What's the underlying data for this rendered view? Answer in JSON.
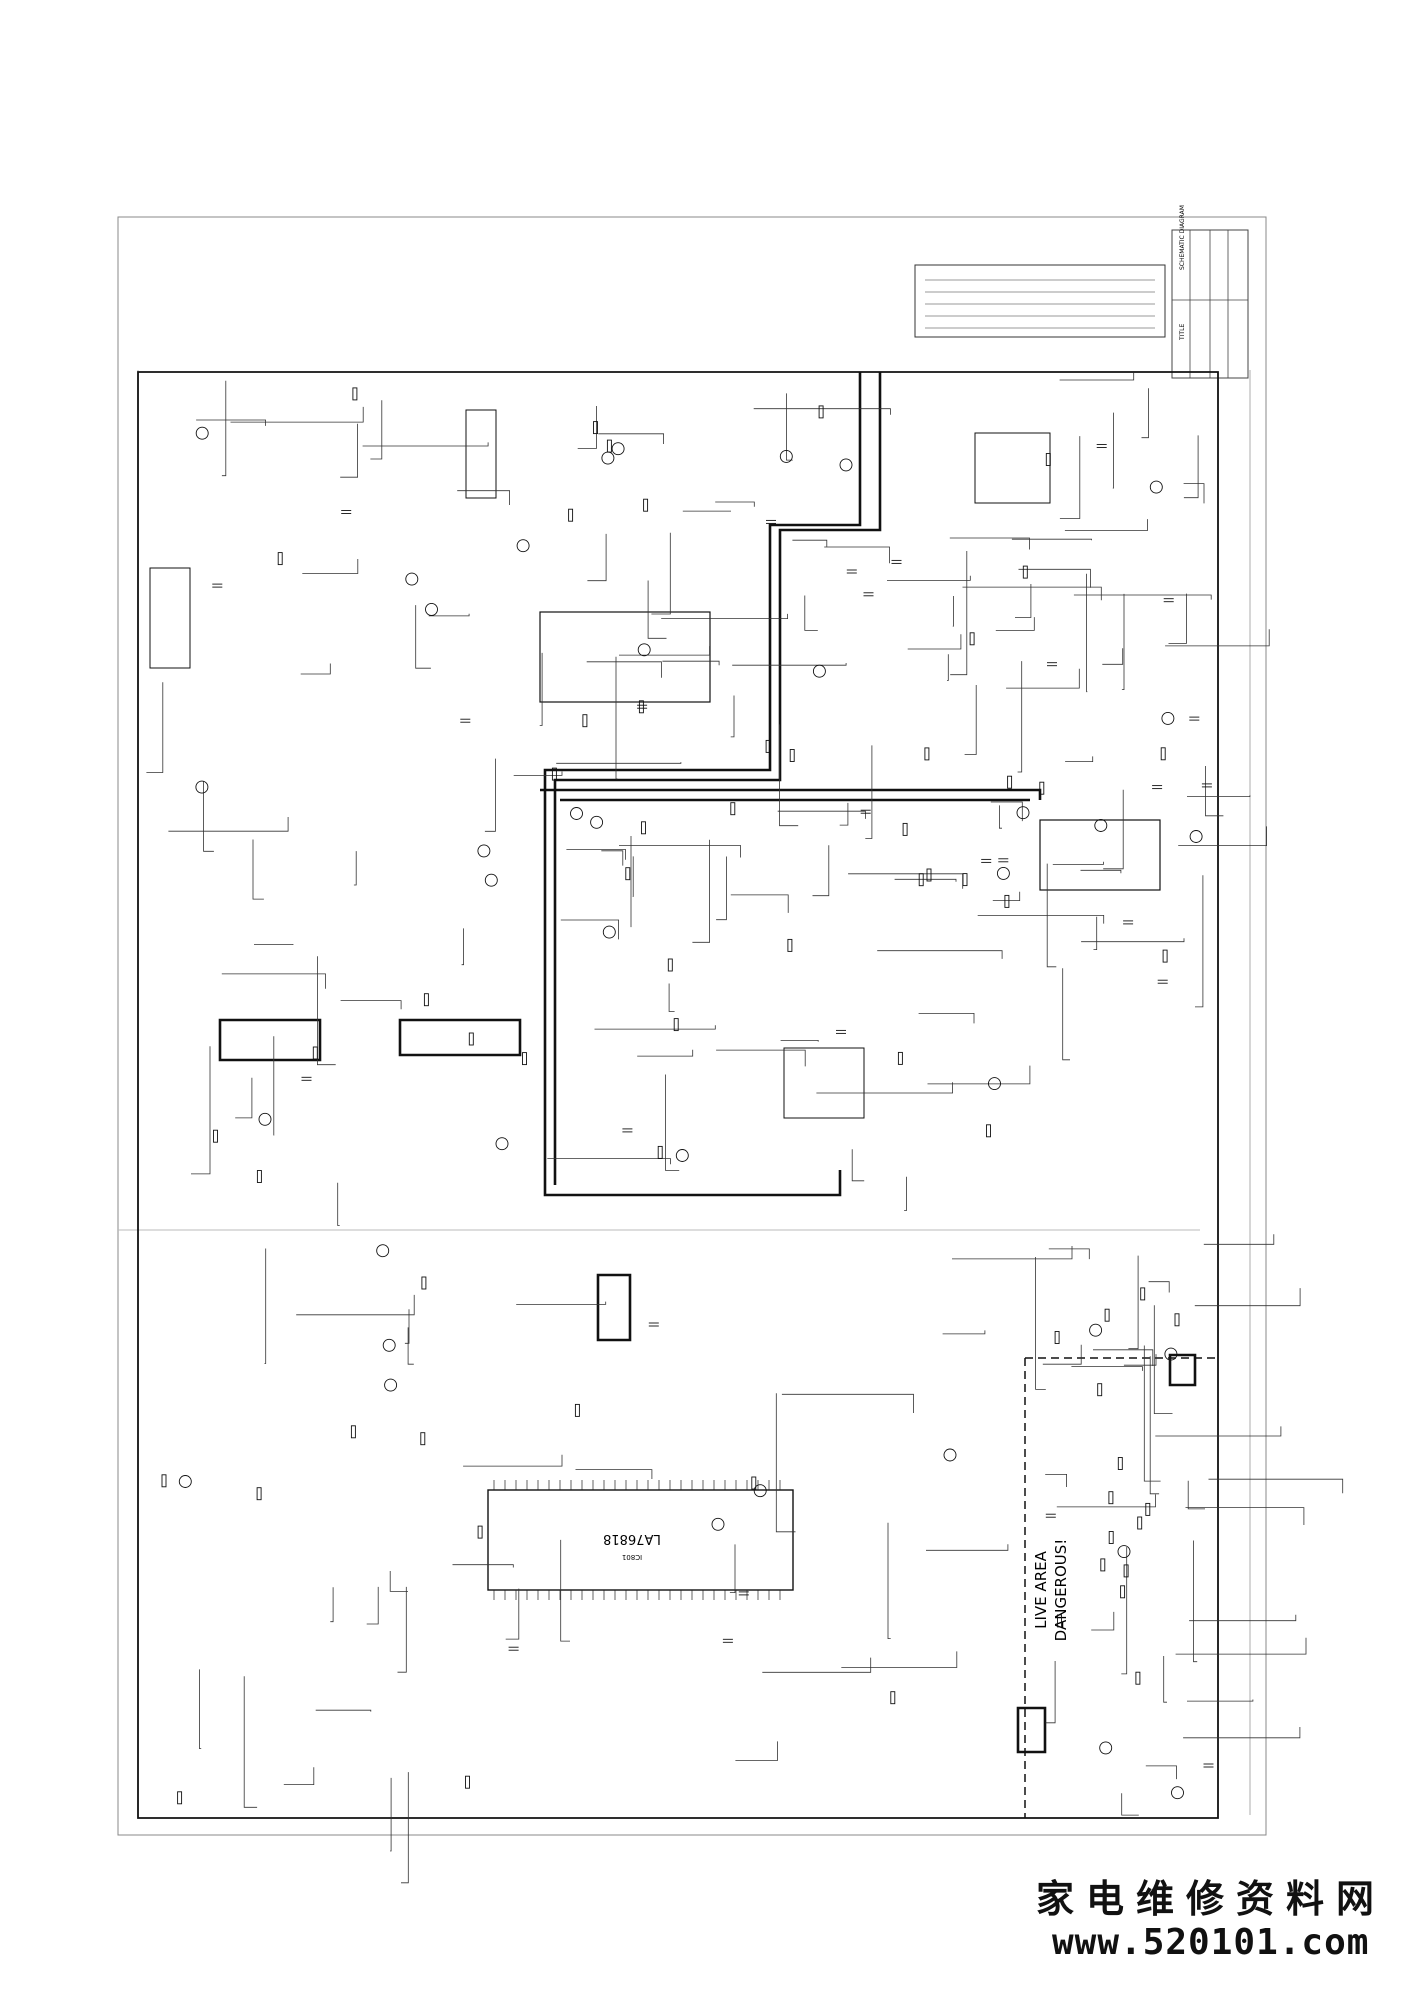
{
  "schematic": {
    "ic_main_label": "LA76818",
    "ic_main_sub": "IC801",
    "live_area_line1": "LIVE AREA",
    "live_area_line2": "DANGEROUS!",
    "title_block": {
      "title_label": "TITLE",
      "title_value": "SCHEMATIC DIAGRAM"
    }
  },
  "watermark": {
    "chinese": "家电维修资料网",
    "url": "www.520101.com"
  }
}
